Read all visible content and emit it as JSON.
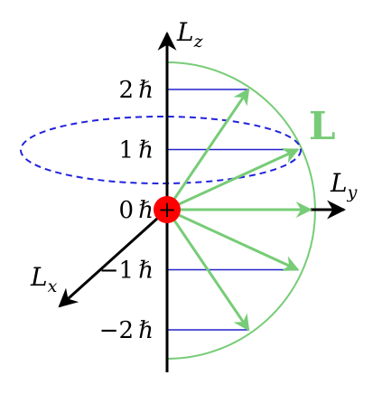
{
  "axes": {
    "z": {
      "symbol": "L",
      "subscript": "z"
    },
    "y": {
      "symbol": "L",
      "subscript": "y"
    },
    "x": {
      "symbol": "L",
      "subscript": "x"
    }
  },
  "vector_label": "L",
  "hbar": "ℏ",
  "levels": [
    {
      "m": 2,
      "text": "2"
    },
    {
      "m": 1,
      "text": "1"
    },
    {
      "m": 0,
      "text": "0"
    },
    {
      "m": -1,
      "text": "−1"
    },
    {
      "m": -2,
      "text": "−2"
    }
  ],
  "origin_symbol": "+",
  "colors": {
    "axis": "#000000",
    "vector": "#77cc77",
    "level_line": "#2222cc",
    "cone_ellipse": "#2222dd",
    "nucleus": "#ff0000"
  }
}
